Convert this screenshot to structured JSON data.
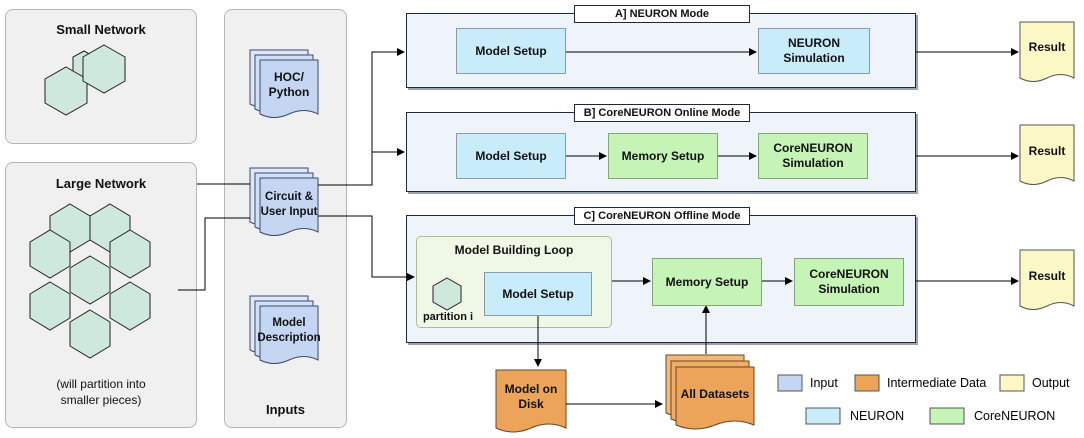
{
  "inputs_column": {
    "small_network": "Small Network",
    "large_network": "Large Network",
    "large_note_line1": "(will partition into",
    "large_note_line2": "smaller pieces)",
    "hoc_python_line1": "HOC/",
    "hoc_python_line2": "Python",
    "circuit_line1": "Circuit &",
    "circuit_line2": "User Input",
    "model_desc_line1": "Model",
    "model_desc_line2": "Description",
    "inputs_title": "Inputs"
  },
  "mode_a": {
    "title": "A] NEURON Mode",
    "model_setup": "Model Setup",
    "sim_line1": "NEURON",
    "sim_line2": "Simulation",
    "result": "Result"
  },
  "mode_b": {
    "title": "B] CoreNEURON Online Mode",
    "model_setup": "Model Setup",
    "memory_setup": "Memory Setup",
    "sim_line1": "CoreNEURON",
    "sim_line2": "Simulation",
    "result": "Result"
  },
  "mode_c": {
    "title": "C] CoreNEURON Offline Mode",
    "loop_title": "Model Building Loop",
    "partition": "partition i",
    "model_setup": "Model Setup",
    "memory_setup": "Memory Setup",
    "sim_line1": "CoreNEURON",
    "sim_line2": "Simulation",
    "result": "Result",
    "model_disk_line1": "Model on",
    "model_disk_line2": "Disk",
    "all_datasets": "All Datasets"
  },
  "legend": {
    "input": "Input",
    "intermediate": "Intermediate Data",
    "output": "Output",
    "neuron": "NEURON",
    "coreneuron": "CoreNEURON"
  },
  "colors": {
    "input_fill": "#c5d6f2",
    "intermediate_fill": "#eba45a",
    "output_fill": "#fcf8c6",
    "neuron_fill": "#c9ecfb",
    "coreneuron_fill": "#c6f4b7",
    "hexagon_fill": "#cfe8dc"
  }
}
